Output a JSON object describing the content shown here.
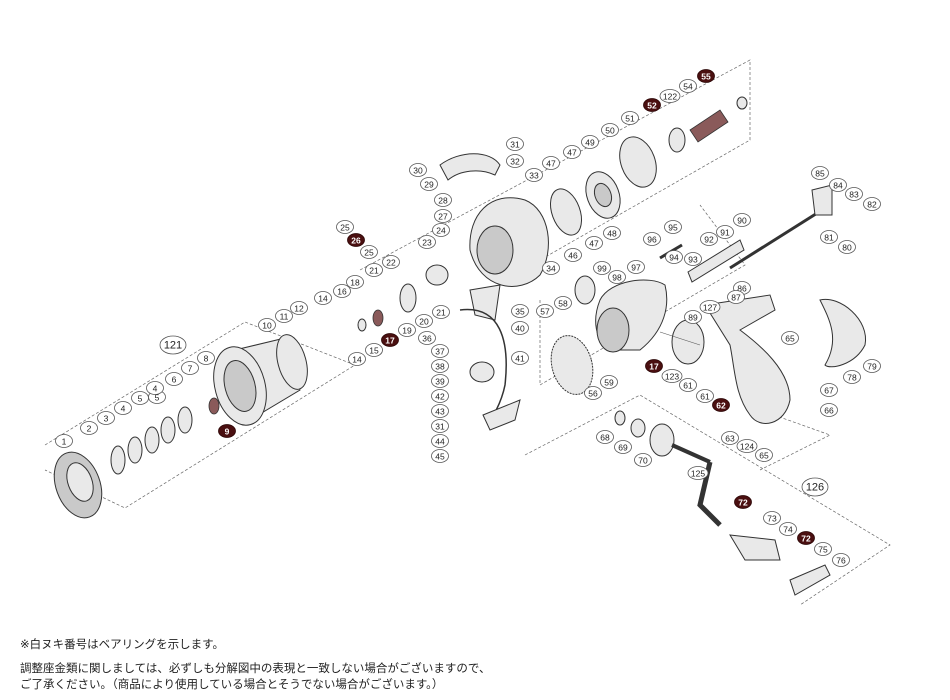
{
  "notes": {
    "bearing_note": "※白ヌキ番号はベアリングを示します。",
    "disclaimer_line1": "調整座金類に関しましては、必ずしも分解図中の表現と一致しない場合がございますので、",
    "disclaimer_line2": "ご了承ください。（商品により使用している場合とそうでない場合がございます。）"
  },
  "colors": {
    "bearing_label": "#4a0f10",
    "line": "#333333"
  },
  "labels": [
    {
      "num": "55",
      "dark": true
    },
    {
      "num": "54"
    },
    {
      "num": "52",
      "dark": true
    },
    {
      "num": "122"
    },
    {
      "num": "51"
    },
    {
      "num": "50"
    },
    {
      "num": "49"
    },
    {
      "num": "31"
    },
    {
      "num": "32"
    },
    {
      "num": "47"
    },
    {
      "num": "30"
    },
    {
      "num": "29"
    },
    {
      "num": "33"
    },
    {
      "num": "47"
    },
    {
      "num": "28"
    },
    {
      "num": "27"
    },
    {
      "num": "25"
    },
    {
      "num": "26",
      "dark": true
    },
    {
      "num": "25"
    },
    {
      "num": "24"
    },
    {
      "num": "23"
    },
    {
      "num": "22"
    },
    {
      "num": "21"
    },
    {
      "num": "18"
    },
    {
      "num": "16"
    },
    {
      "num": "14"
    },
    {
      "num": "12"
    },
    {
      "num": "11"
    },
    {
      "num": "10"
    },
    {
      "num": "121",
      "big": true
    },
    {
      "num": "9",
      "dark": true
    },
    {
      "num": "8"
    },
    {
      "num": "7"
    },
    {
      "num": "6"
    },
    {
      "num": "5"
    },
    {
      "num": "4"
    },
    {
      "num": "5"
    },
    {
      "num": "4"
    },
    {
      "num": "3"
    },
    {
      "num": "2"
    },
    {
      "num": "1"
    },
    {
      "num": "15"
    },
    {
      "num": "17",
      "dark": true
    },
    {
      "num": "14"
    },
    {
      "num": "19"
    },
    {
      "num": "20"
    },
    {
      "num": "21"
    },
    {
      "num": "36"
    },
    {
      "num": "37"
    },
    {
      "num": "38"
    },
    {
      "num": "39"
    },
    {
      "num": "42"
    },
    {
      "num": "43"
    },
    {
      "num": "31"
    },
    {
      "num": "44"
    },
    {
      "num": "45"
    },
    {
      "num": "35"
    },
    {
      "num": "40"
    },
    {
      "num": "41"
    },
    {
      "num": "34"
    },
    {
      "num": "46"
    },
    {
      "num": "47"
    },
    {
      "num": "48"
    },
    {
      "num": "96"
    },
    {
      "num": "95"
    },
    {
      "num": "93"
    },
    {
      "num": "94"
    },
    {
      "num": "92"
    },
    {
      "num": "91"
    },
    {
      "num": "90"
    },
    {
      "num": "85"
    },
    {
      "num": "84"
    },
    {
      "num": "83"
    },
    {
      "num": "82"
    },
    {
      "num": "81"
    },
    {
      "num": "80"
    },
    {
      "num": "99"
    },
    {
      "num": "98"
    },
    {
      "num": "97"
    },
    {
      "num": "58"
    },
    {
      "num": "57"
    },
    {
      "num": "86"
    },
    {
      "num": "87"
    },
    {
      "num": "127"
    },
    {
      "num": "89"
    },
    {
      "num": "65"
    },
    {
      "num": "59"
    },
    {
      "num": "17",
      "dark": true
    },
    {
      "num": "123"
    },
    {
      "num": "61"
    },
    {
      "num": "61"
    },
    {
      "num": "62",
      "dark": true
    },
    {
      "num": "56"
    },
    {
      "num": "79"
    },
    {
      "num": "78"
    },
    {
      "num": "67"
    },
    {
      "num": "66"
    },
    {
      "num": "63"
    },
    {
      "num": "124"
    },
    {
      "num": "65"
    },
    {
      "num": "68"
    },
    {
      "num": "69"
    },
    {
      "num": "70"
    },
    {
      "num": "125"
    },
    {
      "num": "126",
      "big": true
    },
    {
      "num": "72",
      "dark": true
    },
    {
      "num": "73"
    },
    {
      "num": "74"
    },
    {
      "num": "72",
      "dark": true
    },
    {
      "num": "75"
    },
    {
      "num": "76"
    }
  ]
}
